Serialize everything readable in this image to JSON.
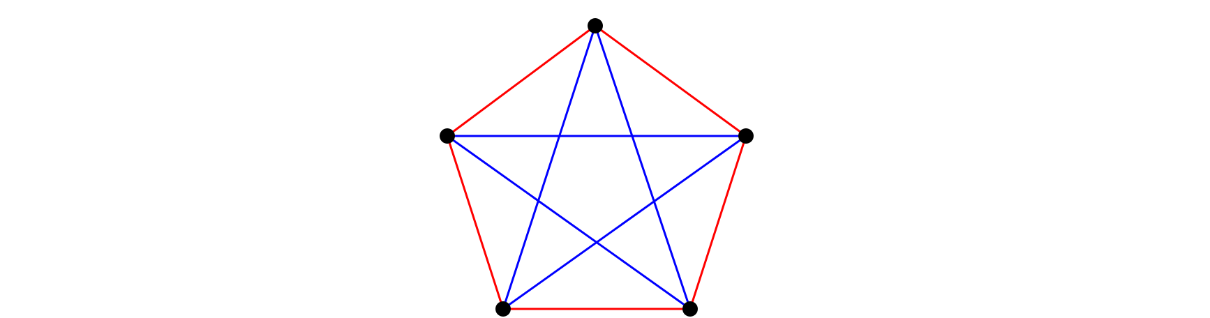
{
  "graph": {
    "type": "complete-graph",
    "vertex_count": 5,
    "vertex_color": "#000000",
    "edge_colors": {
      "outer": "#ff0000",
      "inner": "#0000ff"
    },
    "vertices": [
      {
        "id": "top"
      },
      {
        "id": "upper-left"
      },
      {
        "id": "upper-right"
      },
      {
        "id": "lower-left"
      },
      {
        "id": "lower-right"
      }
    ],
    "edges": [
      {
        "from": "top",
        "to": "upper-left",
        "color_key": "outer"
      },
      {
        "from": "top",
        "to": "upper-right",
        "color_key": "outer"
      },
      {
        "from": "upper-left",
        "to": "lower-left",
        "color_key": "outer"
      },
      {
        "from": "upper-right",
        "to": "lower-right",
        "color_key": "outer"
      },
      {
        "from": "lower-left",
        "to": "lower-right",
        "color_key": "outer"
      },
      {
        "from": "upper-left",
        "to": "upper-right",
        "color_key": "inner"
      },
      {
        "from": "top",
        "to": "lower-left",
        "color_key": "inner"
      },
      {
        "from": "top",
        "to": "lower-right",
        "color_key": "inner"
      },
      {
        "from": "upper-left",
        "to": "lower-right",
        "color_key": "inner"
      },
      {
        "from": "upper-right",
        "to": "lower-left",
        "color_key": "inner"
      }
    ]
  }
}
